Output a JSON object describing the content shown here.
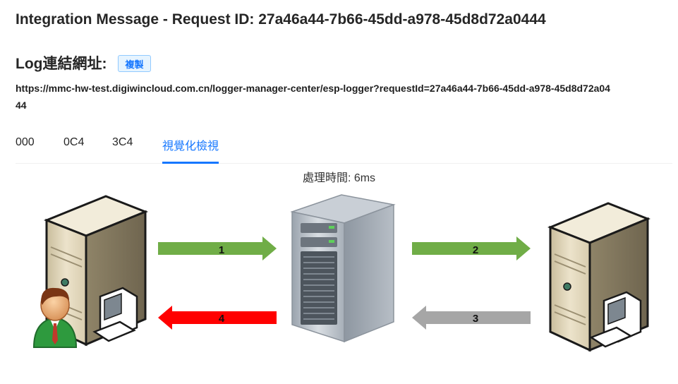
{
  "header": {
    "title": "Integration Message - Request ID: 27a46a44-7b66-45dd-a978-45d8d72a0444"
  },
  "log": {
    "label": "Log連結網址:",
    "copy_label": "複製",
    "url": "https://mmc-hw-test.digiwincloud.com.cn/logger-manager-center/esp-logger?requestId=27a46a44-7b66-45dd-a978-45d8d72a0444"
  },
  "tabs": [
    {
      "label": "000",
      "active": false
    },
    {
      "label": "0C4",
      "active": false
    },
    {
      "label": "3C4",
      "active": false
    },
    {
      "label": "視覺化檢視",
      "active": true
    }
  ],
  "diagram": {
    "processing_time": "處理時間:  6ms",
    "arrows": [
      {
        "label": "1",
        "color": "#70ad47"
      },
      {
        "label": "2",
        "color": "#70ad47"
      },
      {
        "label": "3",
        "color": "#a6a6a6"
      },
      {
        "label": "4",
        "color": "#ff0000"
      }
    ]
  },
  "colors": {
    "accent": "#1677ff"
  }
}
